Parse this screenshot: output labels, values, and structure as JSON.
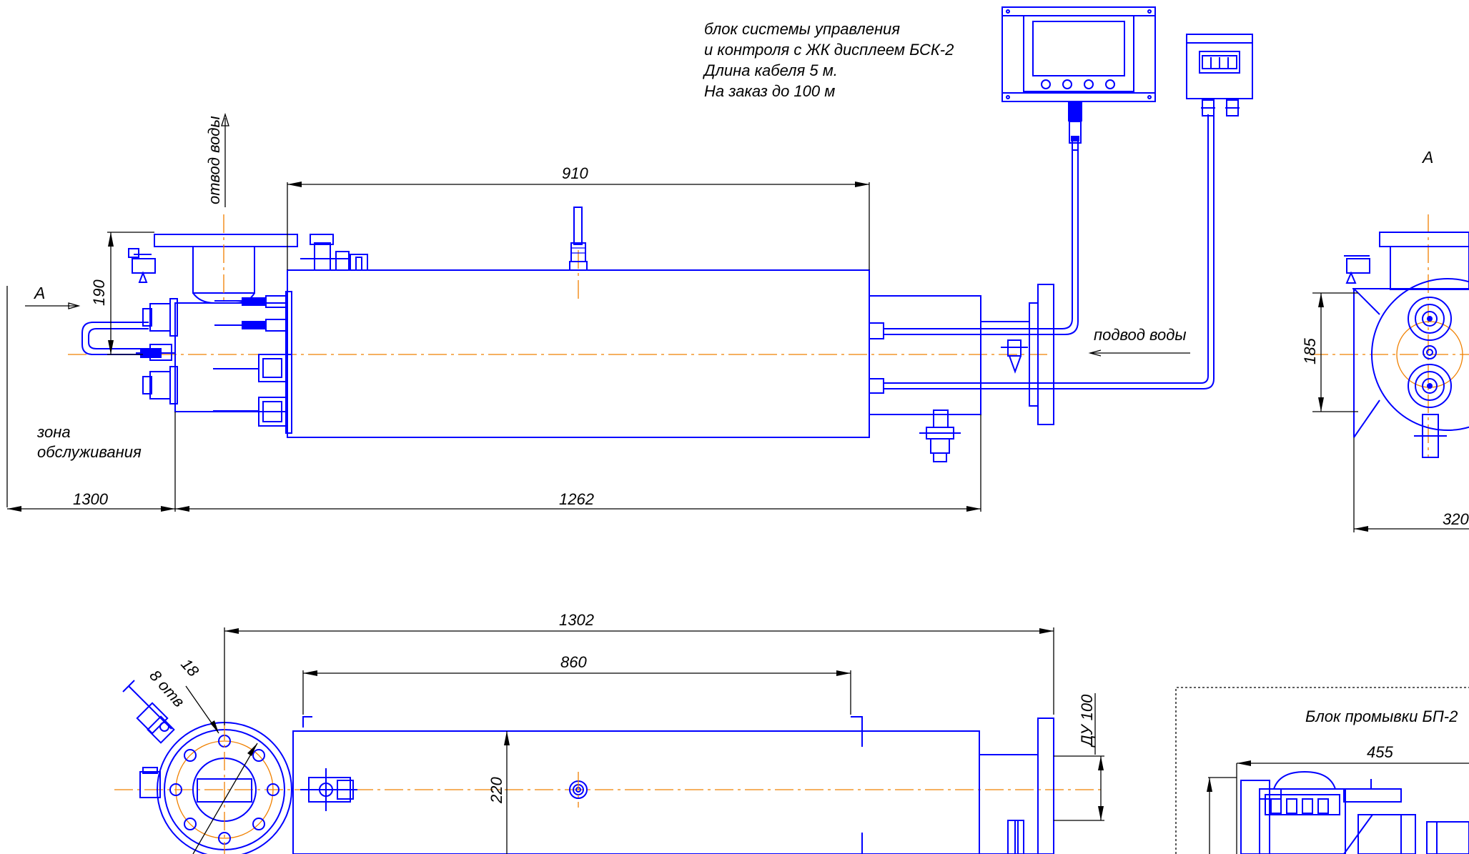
{
  "colors": {
    "outline": "#0000ff",
    "centerline": "#f08000",
    "dimension": "#000000",
    "background": "#ffffff"
  },
  "labels": {
    "control_block_line1": "блок системы управления",
    "control_block_line2": "и контроля с ЖК дисплеем БСК-2",
    "control_block_line3": "Длина кабеля 5 м.",
    "control_block_line4": "На заказ до 100 м",
    "water_outlet": "отвод воды",
    "water_inlet": "подвод воды",
    "service_zone_line1": "зона",
    "service_zone_line2": "обслуживания",
    "view_a_arrow": "А",
    "view_a_title": "А",
    "flush_block": "Блок промывки БП-2",
    "flange_holes": "8 отв",
    "flange_hole_dia": "18",
    "nominal_diameter": "ДУ 100"
  },
  "dimensions": {
    "body_length": "910",
    "outlet_height": "190",
    "service_zone": "1300",
    "total_length": "1262",
    "view_a_height": "185",
    "view_a_width": "320",
    "plan_total_length": "1302",
    "plan_body_length": "860",
    "body_diameter": "220",
    "flush_width": "455"
  }
}
